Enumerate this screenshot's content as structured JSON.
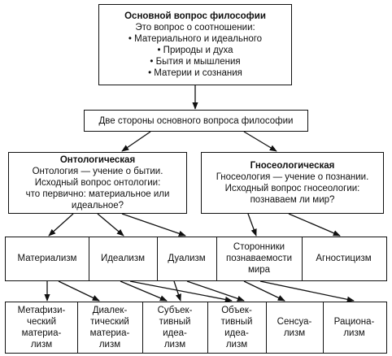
{
  "main_question": {
    "title": "Основной вопрос философии",
    "subtitle": "Это вопрос о соотношении:",
    "items": [
      "Материального и идеального",
      "Природы и духа",
      "Бытия и мышления",
      "Материи и сознания"
    ]
  },
  "two_sides": "Две стороны основного вопроса философии",
  "ontological": {
    "title": "Онтологическая",
    "lines": [
      "Онтология — учение о бытии.",
      "Исходный вопрос онтологии:",
      "что первично: материальное или",
      "идеальное?"
    ]
  },
  "gnoseological": {
    "title": "Гносеологическая",
    "lines": [
      "Гносеология — учение о познании.",
      "Исходный вопрос гносеологии:",
      "познаваем ли мир?"
    ]
  },
  "level3": [
    {
      "lines": [
        "Материализм"
      ]
    },
    {
      "lines": [
        "Идеализм"
      ]
    },
    {
      "lines": [
        "Дуализм"
      ]
    },
    {
      "lines": [
        "Сторонники",
        "познаваемости",
        "мира"
      ]
    },
    {
      "lines": [
        "Агностицизм"
      ]
    }
  ],
  "level4": [
    {
      "lines": [
        "Метафизи-",
        "ческий",
        "материа-",
        "лизм"
      ]
    },
    {
      "lines": [
        "Диалек-",
        "тический",
        "материа-",
        "лизм"
      ]
    },
    {
      "lines": [
        "Субъек-",
        "тивный",
        "идеа-",
        "лизм"
      ]
    },
    {
      "lines": [
        "Объек-",
        "тивный",
        "идеа-",
        "лизм"
      ]
    },
    {
      "lines": [
        "Сенсуа-",
        "лизм"
      ]
    },
    {
      "lines": [
        "Рациона-",
        "лизм"
      ]
    }
  ]
}
